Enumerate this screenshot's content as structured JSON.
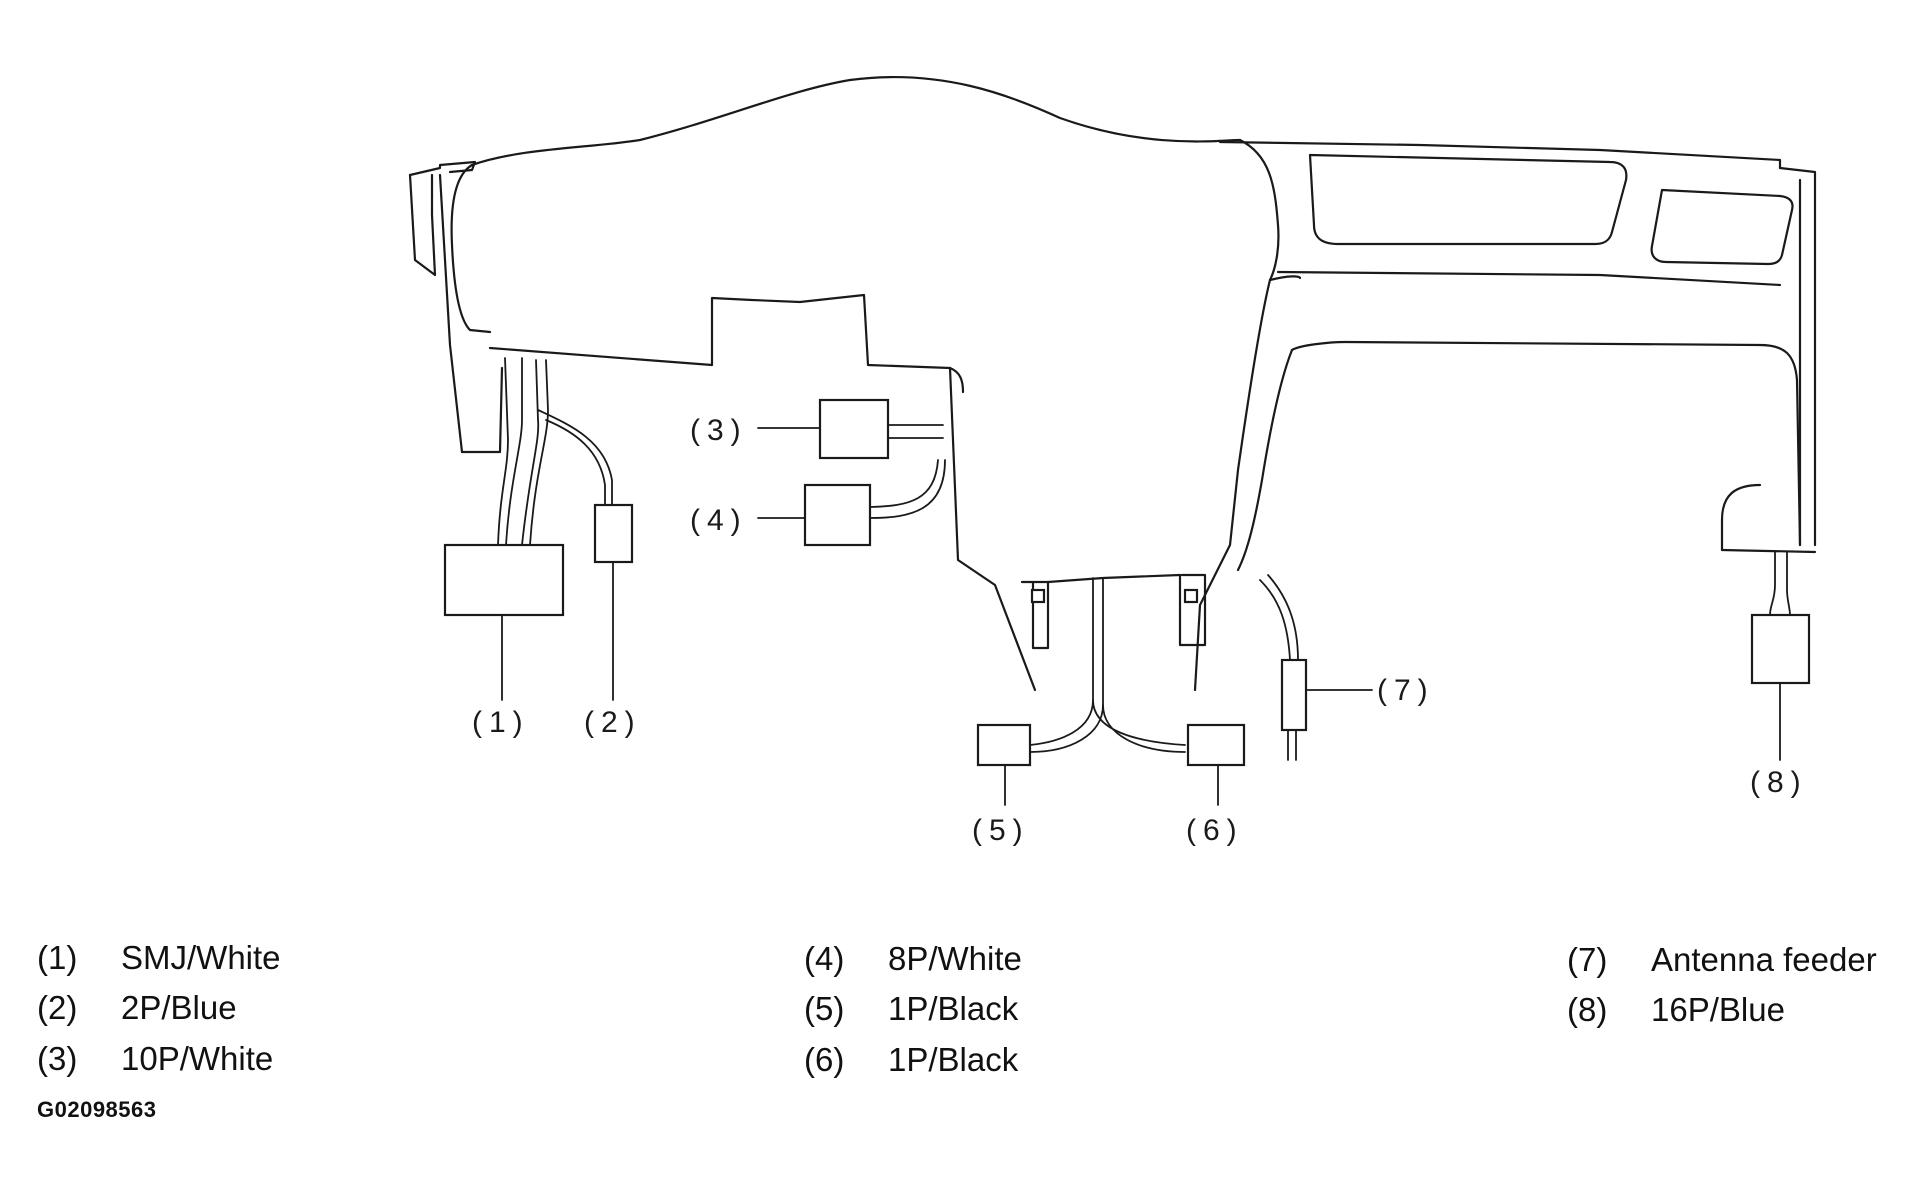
{
  "diagram": {
    "callouts": [
      {
        "id": "1",
        "label": "(1)"
      },
      {
        "id": "2",
        "label": "(2)"
      },
      {
        "id": "3",
        "label": "(3)"
      },
      {
        "id": "4",
        "label": "(4)"
      },
      {
        "id": "5",
        "label": "(5)"
      },
      {
        "id": "6",
        "label": "(6)"
      },
      {
        "id": "7",
        "label": "(7)"
      },
      {
        "id": "8",
        "label": "(8)"
      }
    ]
  },
  "legend": [
    {
      "number": "(1)",
      "text": "SMJ/White"
    },
    {
      "number": "(2)",
      "text": "2P/Blue"
    },
    {
      "number": "(3)",
      "text": "10P/White"
    },
    {
      "number": "(4)",
      "text": "8P/White"
    },
    {
      "number": "(5)",
      "text": "1P/Black"
    },
    {
      "number": "(6)",
      "text": "1P/Black"
    },
    {
      "number": "(7)",
      "text": "Antenna feeder"
    },
    {
      "number": "(8)",
      "text": "16P/Blue"
    }
  ],
  "figure_id": "G02098563"
}
